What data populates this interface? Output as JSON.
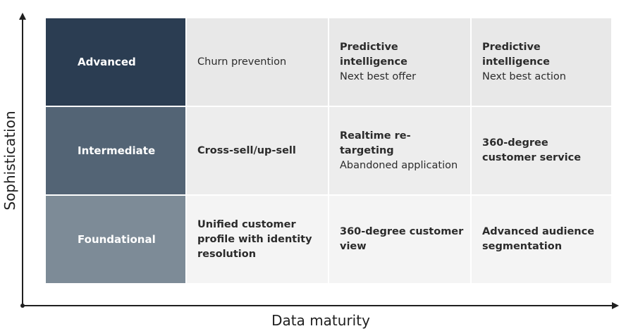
{
  "axes": {
    "y_label": "Sophistication",
    "x_label": "Data maturity"
  },
  "rows": [
    {
      "level": "Advanced",
      "level_color": "#2b3d52",
      "cells": [
        {
          "title": "Churn prevention",
          "subtitle": ""
        },
        {
          "title": "Predictive intelligence",
          "subtitle": "Next best offer"
        },
        {
          "title": "Predictive intelligence",
          "subtitle": "Next best action"
        }
      ]
    },
    {
      "level": "Intermediate",
      "level_color": "#536475",
      "cells": [
        {
          "title": "Cross-sell/up-sell",
          "subtitle": ""
        },
        {
          "title": "Realtime re-targeting",
          "subtitle": "Abandoned application"
        },
        {
          "title": "360-degree customer service",
          "subtitle": ""
        }
      ]
    },
    {
      "level": "Foundational",
      "level_color": "#7d8b97",
      "cells": [
        {
          "title": "Unified customer profile with identity resolution",
          "subtitle": ""
        },
        {
          "title": "360-degree customer view",
          "subtitle": ""
        },
        {
          "title": "Advanced audience segmentation",
          "subtitle": ""
        }
      ]
    }
  ]
}
